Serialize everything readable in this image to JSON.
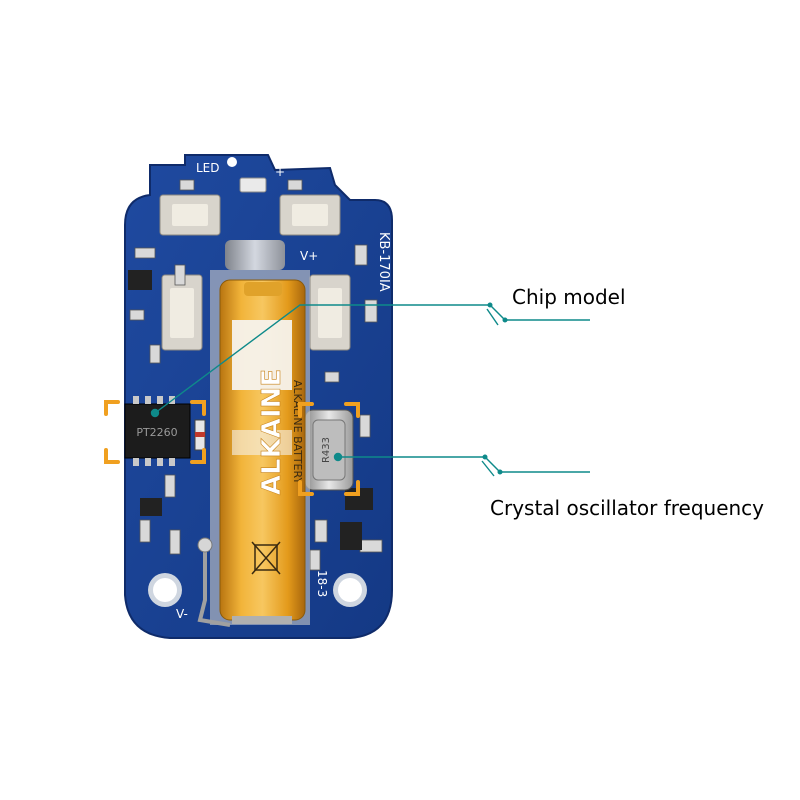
{
  "annotations": [
    {
      "id": "chip",
      "label": "Chip model"
    },
    {
      "id": "crystal",
      "label": "Crystal oscillator frequency"
    }
  ],
  "board": {
    "silkscreen": {
      "led": "LED",
      "vplus": "V+",
      "plus": "+",
      "vminus": "V-",
      "model": "KB-170IA",
      "side_code": "18-3"
    },
    "chip_marking": "PT2260",
    "crystal_marking": "R433",
    "battery": {
      "brand": "ALKAINE",
      "subtitle": "ALKALINE BATTERY"
    }
  },
  "colors": {
    "pcb": "#1a3f8f",
    "pcb_dark": "#0f2b6a",
    "highlight": "#f0a020",
    "leader": "#0e8a8a",
    "battery_gold": "#e8a21c",
    "battery_white": "#f5f2ec"
  }
}
